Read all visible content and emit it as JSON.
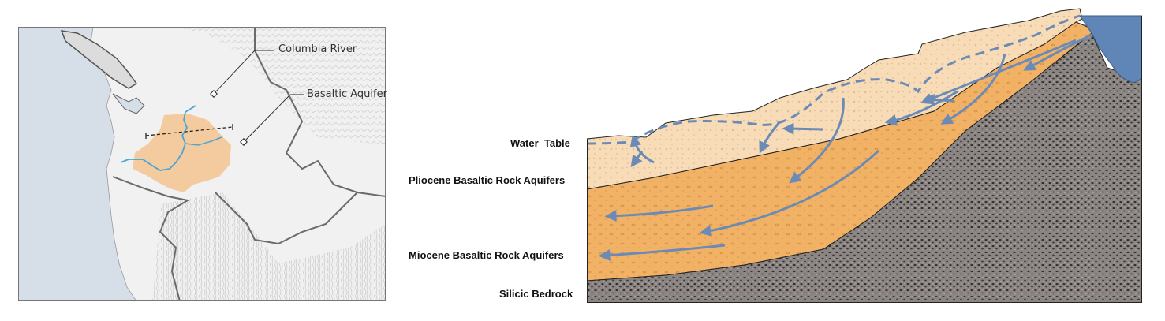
{
  "map": {
    "labels": {
      "river": "Columbia River",
      "aquifer": "Basaltic Aquifer"
    },
    "colors": {
      "ocean": "#d6dee8",
      "land": "#f2f2f2",
      "aquifer": "#f3c48f",
      "river": "#4aa6d6",
      "border": "#666666"
    }
  },
  "cross_section": {
    "layers": {
      "water_table": "Water  Table",
      "pliocene": "Pliocene Basaltic Rock Aquifers",
      "miocene": "Miocene Basaltic Rock Aquifers",
      "bedrock": "Silicic Bedrock"
    },
    "colors": {
      "upper": "#f8dcb8",
      "middle": "#f2b266",
      "bedrock": "#8a8482",
      "water": "#5f86b6",
      "arrow": "#6b8bb6"
    }
  }
}
